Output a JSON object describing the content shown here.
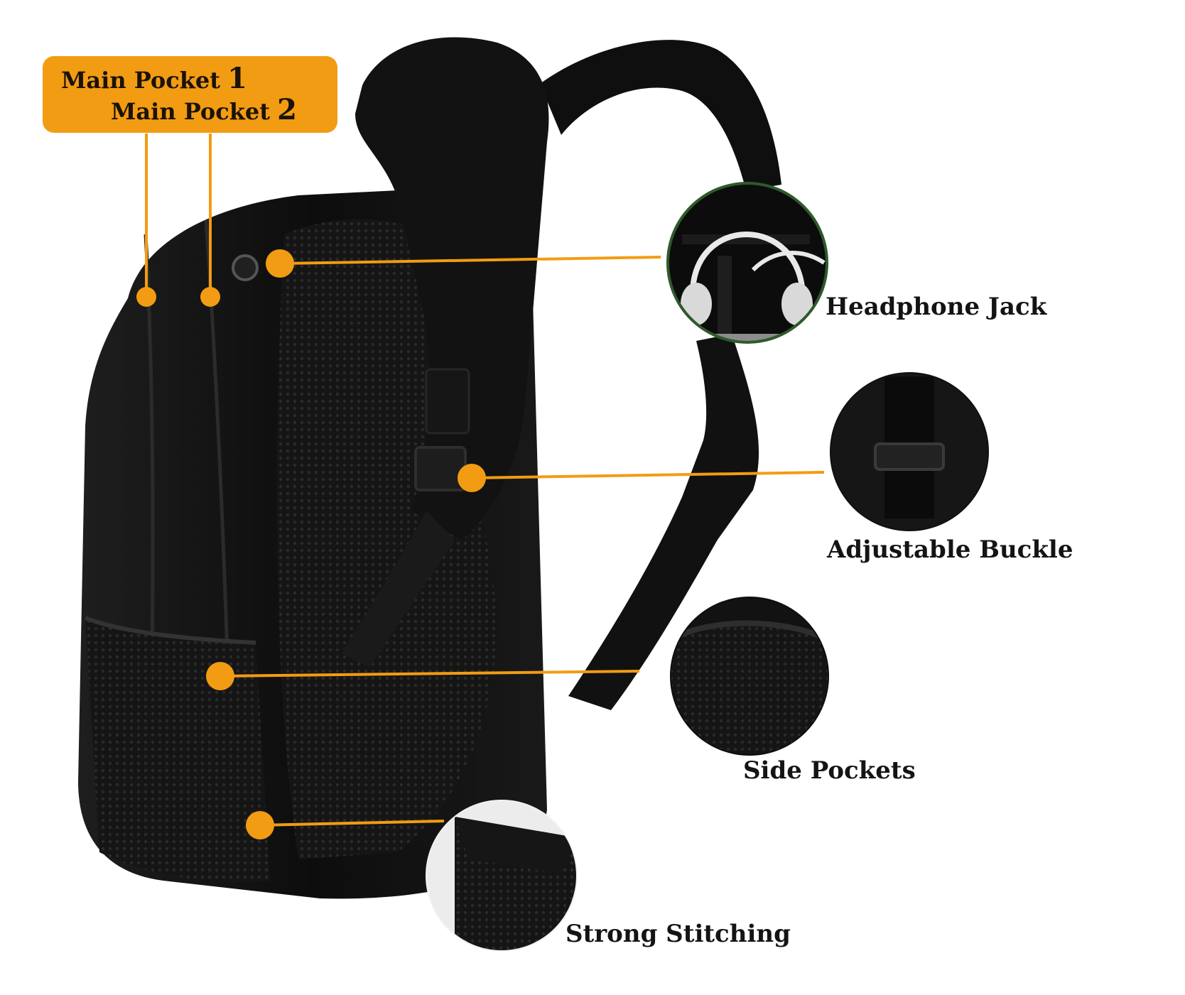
{
  "callouts": {
    "main_pocket_1": {
      "text": "Main Pocket",
      "number": "1"
    },
    "main_pocket_2": {
      "text": "Main Pocket",
      "number": "2"
    },
    "headphone_jack": "Headphone Jack",
    "adjustable_buckle": "Adjustable Buckle",
    "side_pockets": "Side Pockets",
    "strong_stitching": "Strong Stitching"
  },
  "colors": {
    "accent_orange": "#f29c13",
    "bag_black": "#141414",
    "background": "#ffffff"
  },
  "icons": {
    "marker": "orange-dot-icon",
    "detail_zoom": "magnified-detail-circle"
  }
}
